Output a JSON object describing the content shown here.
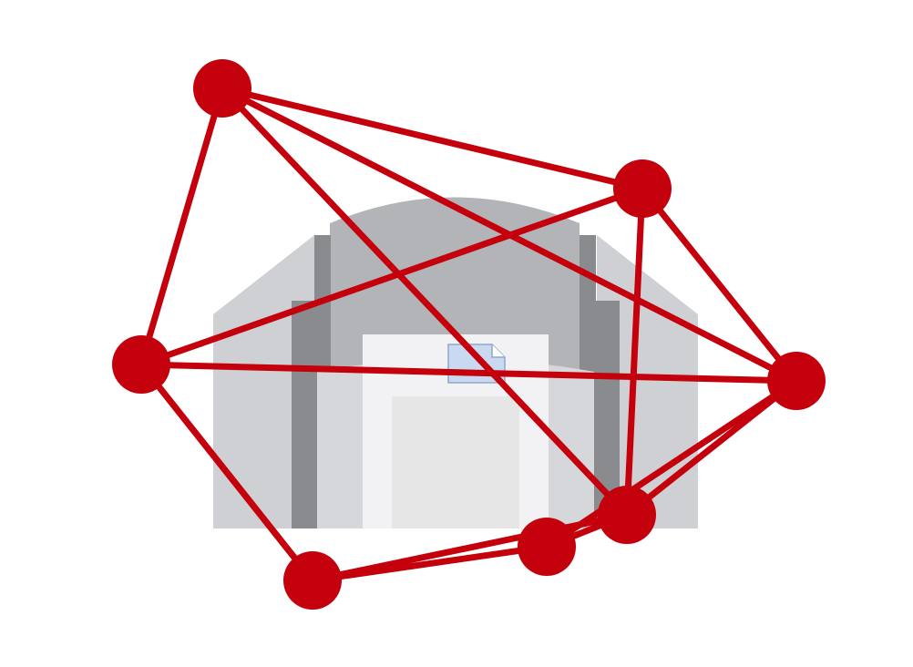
{
  "colors": {
    "network": "#c4000d",
    "background": "#ffffff",
    "building_roof": "#b2b4b8",
    "building_wall": "#cfd0d3",
    "building_shadow": "#8a8b8e",
    "doorway": "#e6e6e6",
    "doorway_frame": "#f2f2f4",
    "placeholder_icon": "#c9d9f1"
  },
  "icons": {
    "center": "broken-image-icon",
    "background": "building-icon"
  },
  "network": {
    "nodes": [
      {
        "id": "n1"
      },
      {
        "id": "n2"
      },
      {
        "id": "n3"
      },
      {
        "id": "n4"
      },
      {
        "id": "n5"
      },
      {
        "id": "n6"
      },
      {
        "id": "n7"
      }
    ],
    "edges": [
      [
        "n1",
        "n2"
      ],
      [
        "n1",
        "n3"
      ],
      [
        "n1",
        "n4"
      ],
      [
        "n1",
        "n5"
      ],
      [
        "n2",
        "n3"
      ],
      [
        "n2",
        "n4"
      ],
      [
        "n2",
        "n5"
      ],
      [
        "n3",
        "n6"
      ],
      [
        "n3",
        "n4"
      ],
      [
        "n4",
        "n5"
      ],
      [
        "n4",
        "n7"
      ],
      [
        "n5",
        "n7"
      ],
      [
        "n5",
        "n6"
      ],
      [
        "n7",
        "n6"
      ],
      [
        "n6",
        "n3"
      ]
    ]
  }
}
